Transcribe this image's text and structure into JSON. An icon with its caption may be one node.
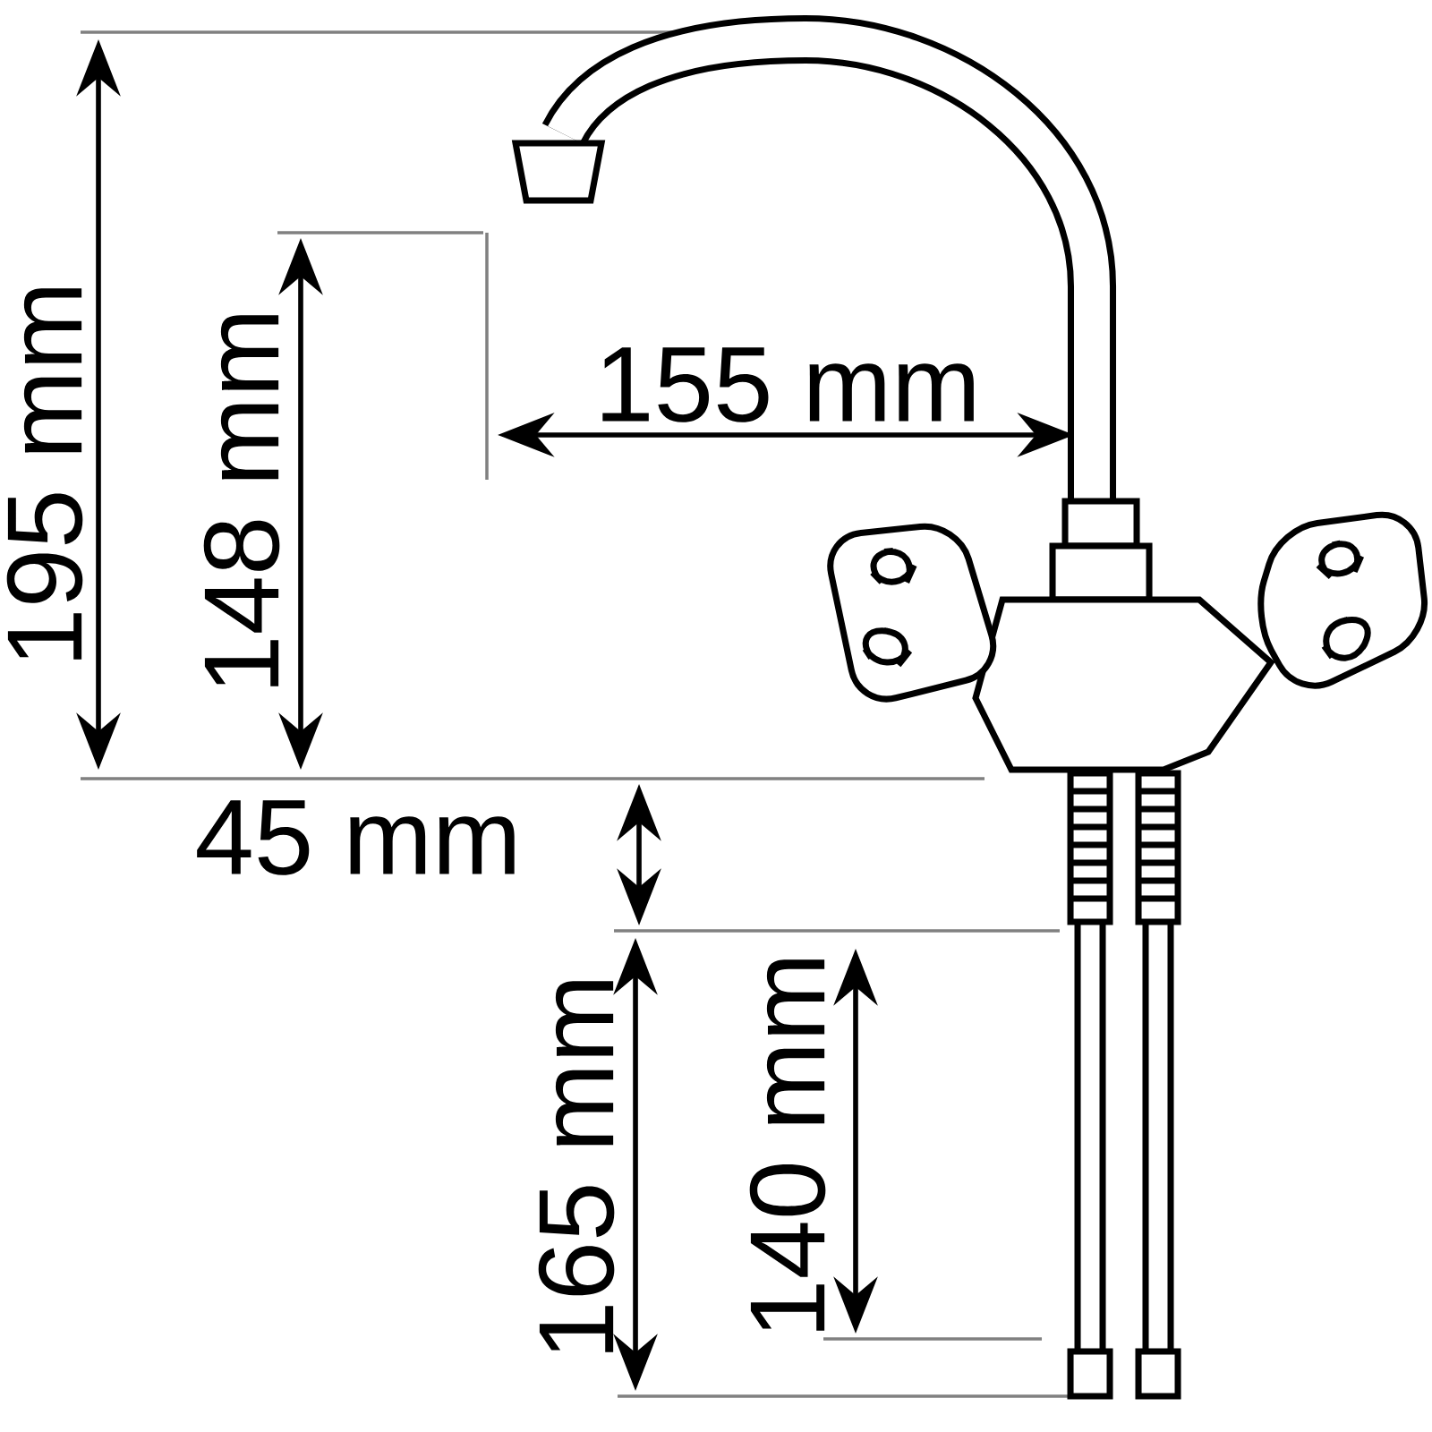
{
  "diagram": {
    "labels": [
      "195 mm",
      "148 mm",
      "155 mm",
      "45 mm",
      "165 mm",
      "140 mm"
    ]
  }
}
